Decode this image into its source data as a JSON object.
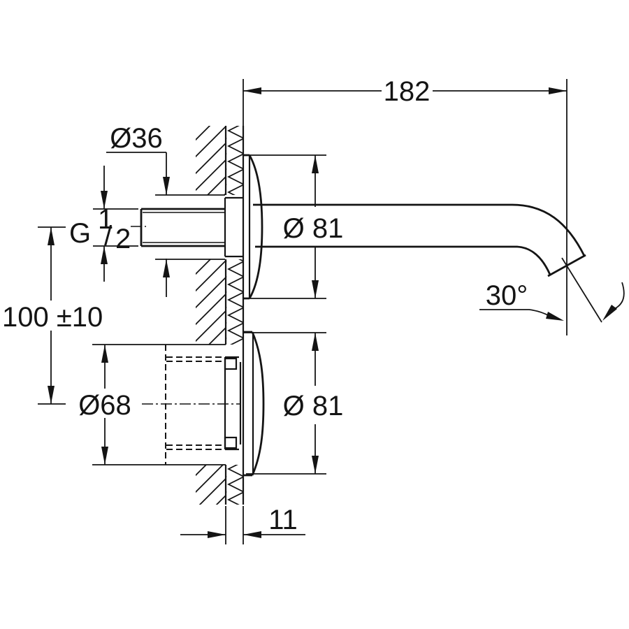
{
  "drawing": {
    "title": "wall-mounted-spout-installation-drawing",
    "line_color": "#141414",
    "background": "#ffffff",
    "dimensions": {
      "overall_depth": "182",
      "spout_hole_diameter": "Ø36",
      "thread_label": {
        "g": "G",
        "sup": "1",
        "slash": "/",
        "sub": "2"
      },
      "mount_distance": "100 ±10",
      "sensor_hole_diameter": "Ø68",
      "rosette_top_diameter": "Ø 81",
      "rosette_bottom_diameter": "Ø 81",
      "spout_angle": "30°",
      "finish_layer_thickness": "11"
    }
  }
}
